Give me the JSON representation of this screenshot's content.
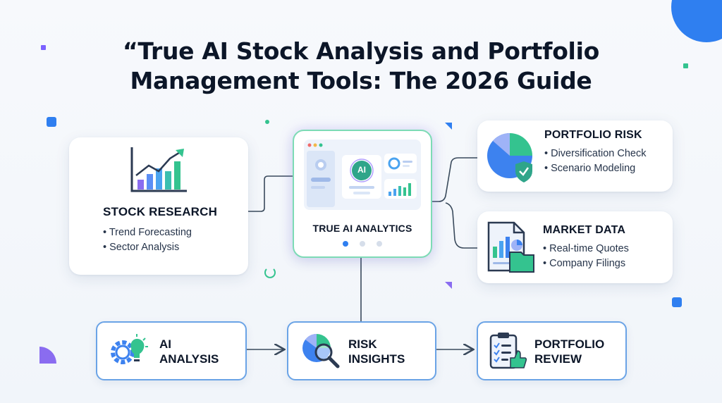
{
  "title": {
    "line1": "“True AI Stock Analysis and Portfolio",
    "line2": "Management Tools: The 2026 Guide"
  },
  "cards": {
    "stock_research": {
      "title": "STOCK RESEARCH",
      "icon": "bar-chart-growth-icon",
      "bullets": [
        "Trend Forecasting",
        "Sector Analysis"
      ]
    },
    "center": {
      "title": "TRUE AI ANALYTICS",
      "badge": "AI",
      "icon": "ai-dashboard-icon"
    },
    "portfolio_risk": {
      "title": "PORTFOLIO RISK",
      "icon": "pie-chart-shield-icon",
      "bullets": [
        "Diversification Check",
        "Scenario Modeling"
      ]
    },
    "market_data": {
      "title": "MARKET DATA",
      "icon": "document-chart-icon",
      "bullets": [
        "Real-time Quotes",
        "Company Filings"
      ]
    }
  },
  "steps": [
    {
      "line1": "AI",
      "line2": "ANALYSIS",
      "icon": "gear-lightbulb-icon"
    },
    {
      "line1": "RISK",
      "line2": "INSIGHTS",
      "icon": "pie-magnifier-icon"
    },
    {
      "line1": "PORTFOLIO",
      "line2": "REVIEW",
      "icon": "checklist-thumbs-up-icon"
    }
  ],
  "colors": {
    "accent_blue": "#2f7ff0",
    "accent_green": "#34c38f",
    "accent_purple": "#7b61ff",
    "connector": "#3a4a5c",
    "step_border": "#6aa3e6"
  }
}
